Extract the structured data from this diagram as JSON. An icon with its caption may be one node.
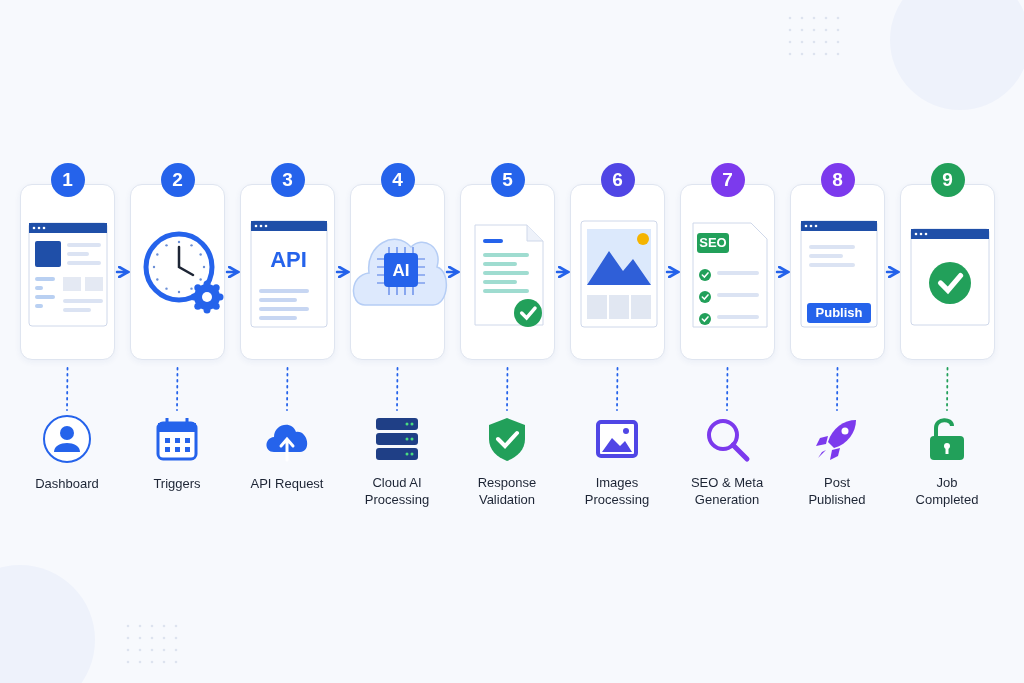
{
  "diagram": {
    "nodes": [
      {
        "text": [
          "1"
        ]
      },
      {
        "text": [
          "2"
        ]
      },
      {
        "text": [
          "3",
          "API"
        ]
      },
      {
        "text": [
          "4",
          "AI"
        ]
      },
      {
        "text": [
          "5"
        ]
      },
      {
        "text": [
          "6"
        ]
      },
      {
        "text": [
          "7",
          "SEO"
        ]
      },
      {
        "text": [
          "8",
          "Publish"
        ]
      },
      {
        "text": [
          "9"
        ]
      },
      {
        "text": [
          "Dashboard"
        ]
      },
      {
        "text": [
          "Triggers"
        ]
      },
      {
        "text": [
          "API Request"
        ]
      },
      {
        "text": [
          "Cloud AI Processing"
        ]
      },
      {
        "text": [
          "Response Validation"
        ]
      },
      {
        "text": [
          "Images Processing"
        ]
      },
      {
        "text": [
          "SEO & Meta Generation"
        ]
      },
      {
        "text": [
          "Post Published"
        ]
      },
      {
        "text": [
          "Job Completed"
        ]
      }
    ],
    "edges": [
      {
        "from": 0,
        "to": 1,
        "arrow": "to"
      },
      {
        "from": 1,
        "to": 2,
        "arrow": "to"
      },
      {
        "from": 2,
        "to": 3,
        "arrow": "to"
      },
      {
        "from": 3,
        "to": 4,
        "arrow": "to"
      },
      {
        "from": 4,
        "to": 5,
        "arrow": "to"
      },
      {
        "from": 5,
        "to": 6,
        "arrow": "to"
      },
      {
        "from": 6,
        "to": 7,
        "arrow": "to"
      },
      {
        "from": 7,
        "to": 8,
        "arrow": "to"
      },
      {
        "from": 0,
        "to": 9,
        "arrow": "none",
        "style": "dashed"
      },
      {
        "from": 1,
        "to": 10,
        "arrow": "none",
        "style": "dashed"
      },
      {
        "from": 2,
        "to": 11,
        "arrow": "none",
        "style": "dashed"
      },
      {
        "from": 3,
        "to": 12,
        "arrow": "none",
        "style": "dashed"
      },
      {
        "from": 4,
        "to": 13,
        "arrow": "none",
        "style": "dashed"
      },
      {
        "from": 5,
        "to": 14,
        "arrow": "none",
        "style": "dashed"
      },
      {
        "from": 6,
        "to": 15,
        "arrow": "none",
        "style": "dashed"
      },
      {
        "from": 7,
        "to": 16,
        "arrow": "none",
        "style": "dashed"
      },
      {
        "from": 8,
        "to": 17,
        "arrow": "none",
        "style": "dashed",
        "color": "#22a05a"
      }
    ]
  }
}
